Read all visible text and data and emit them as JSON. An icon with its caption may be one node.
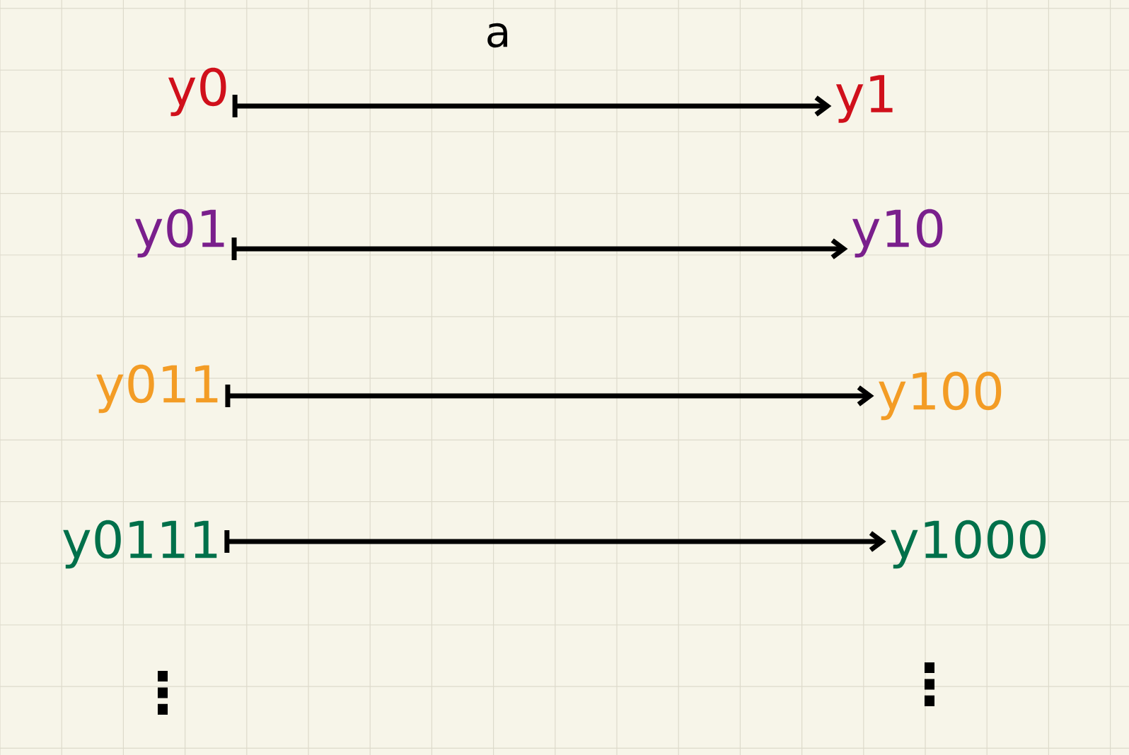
{
  "diagram": {
    "nodes": [
      {
        "text": [
          "y0"
        ]
      },
      {
        "text": [
          "y1"
        ]
      },
      {
        "text": [
          "y01"
        ]
      },
      {
        "text": [
          "y10"
        ]
      },
      {
        "text": [
          "y011"
        ]
      },
      {
        "text": [
          "y100"
        ]
      },
      {
        "text": [
          "y0111"
        ]
      },
      {
        "text": [
          "y1000"
        ]
      }
    ],
    "edges": [
      {
        "from": 0,
        "to": 1,
        "arrow": "to",
        "label": "a"
      },
      {
        "from": 2,
        "to": 3,
        "arrow": "to"
      },
      {
        "from": 4,
        "to": 5,
        "arrow": "to"
      },
      {
        "from": 6,
        "to": 7,
        "arrow": "to"
      }
    ],
    "labels": [
      "⋮",
      "⋮"
    ]
  }
}
